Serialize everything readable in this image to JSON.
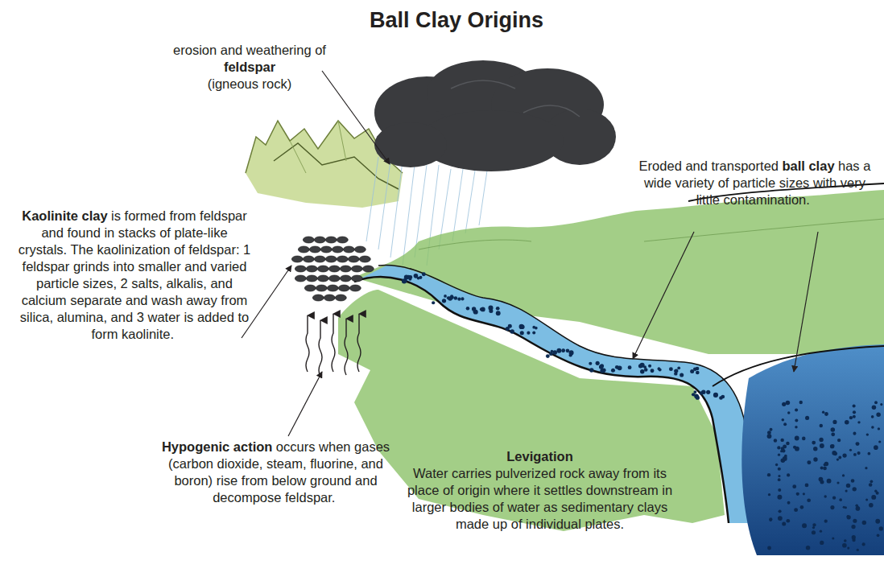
{
  "diagram": {
    "title": "Ball Clay Origins",
    "labels": [
      "erosion and weathering of",
      "feldspar",
      "(igneous rock)",
      "Kaolinite clay",
      "is formed from feldspar and found in stacks of plate-like crystals. The kaolinization of feldspar: 1 feldspar grinds into smaller and varied particle sizes, 2 salts, alkalis, and calcium separate and wash away from silica, alumina, and 3 water is added to form kaolinite.",
      "Eroded and transported",
      "ball clay",
      "has a wide variety of particle sizes with very little contamination.",
      "Hypogenic action",
      "occurs when gases (carbon dioxide, steam, fluorine, and boron) rise from below ground and decompose feldspar.",
      "Levigation",
      "Water carries pulverized rock away from its place of origin where it settles downstream in larger bodies of water as sedimentary clays made up of individual plates."
    ]
  }
}
